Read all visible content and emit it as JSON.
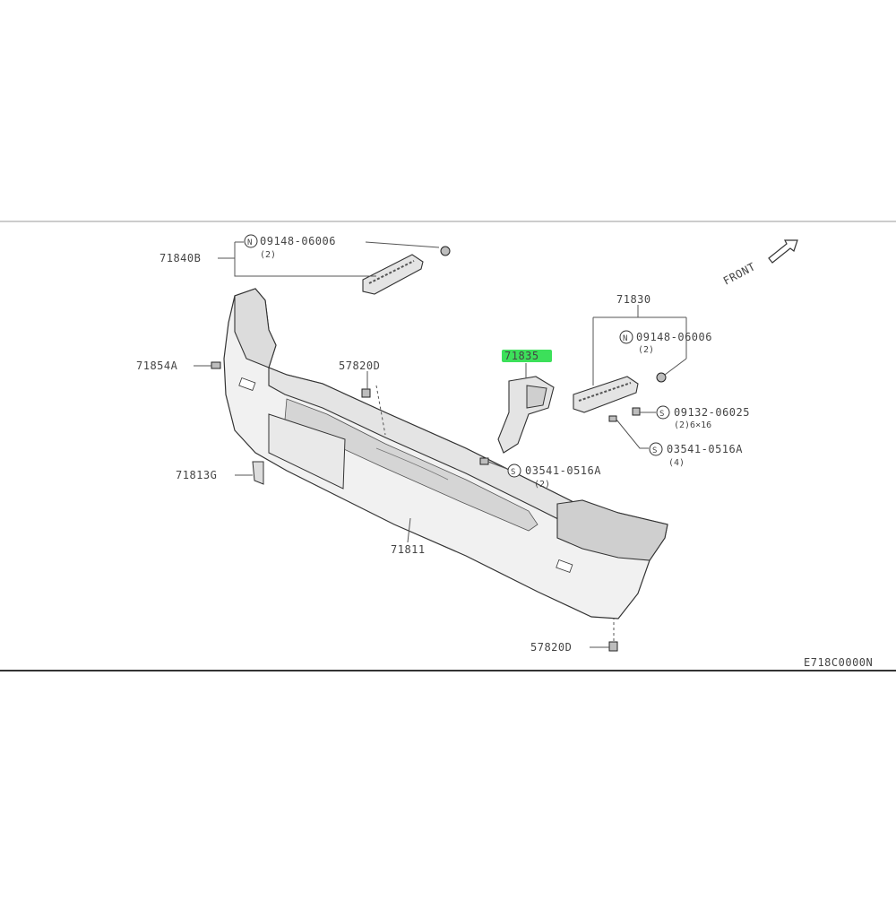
{
  "diagram": {
    "front_label": "FRONT",
    "figure_code": "E718C0000N",
    "highlight_color": "#3ce05a",
    "callouts": {
      "c71840B": "71840B",
      "c09148a": "09148-06006",
      "c09148a_qty": "(2)",
      "c71854A": "71854A",
      "c57820D_top": "57820D",
      "c71813G": "71813G",
      "c71811": "71811",
      "c57820D_bot": "57820D",
      "c71835": "71835",
      "c03541a": "03541-0516A",
      "c03541a_qty": "(2)",
      "c71830": "71830",
      "c09148b": "09148-06006",
      "c09148b_qty": "(2)",
      "c09132": "09132-06025",
      "c09132_qty": "(2)6×16",
      "c03541b": "03541-0516A",
      "c03541b_qty": "(4)"
    }
  }
}
